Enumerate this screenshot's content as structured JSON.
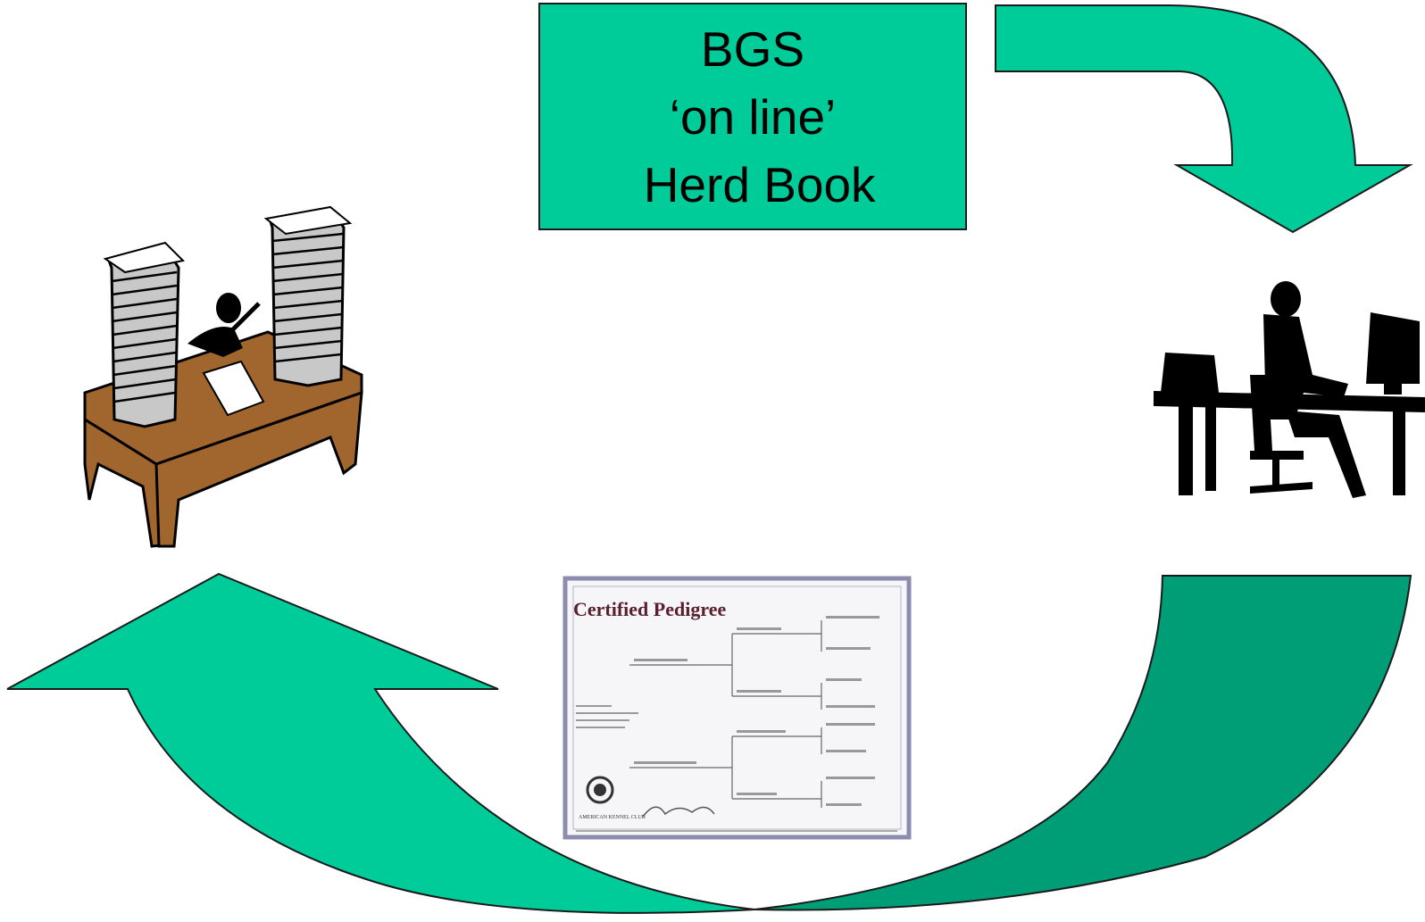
{
  "box": {
    "line1": "BGS",
    "line2": "‘on line’",
    "line3": " Herd Book"
  },
  "certificate": {
    "title": "Certified Pedigree",
    "seal_text": "AMERICAN KENNEL CLUB"
  },
  "colors": {
    "box_fill": "#00cc99",
    "arrow_light": "#00cc99",
    "arrow_dark": "#009e76",
    "desk_brown": "#a0662e",
    "silhouette": "#000000"
  },
  "icons": [
    "paperwork-desk-icon",
    "computer-worker-icon",
    "pedigree-certificate-icon",
    "curved-arrow-icon"
  ]
}
